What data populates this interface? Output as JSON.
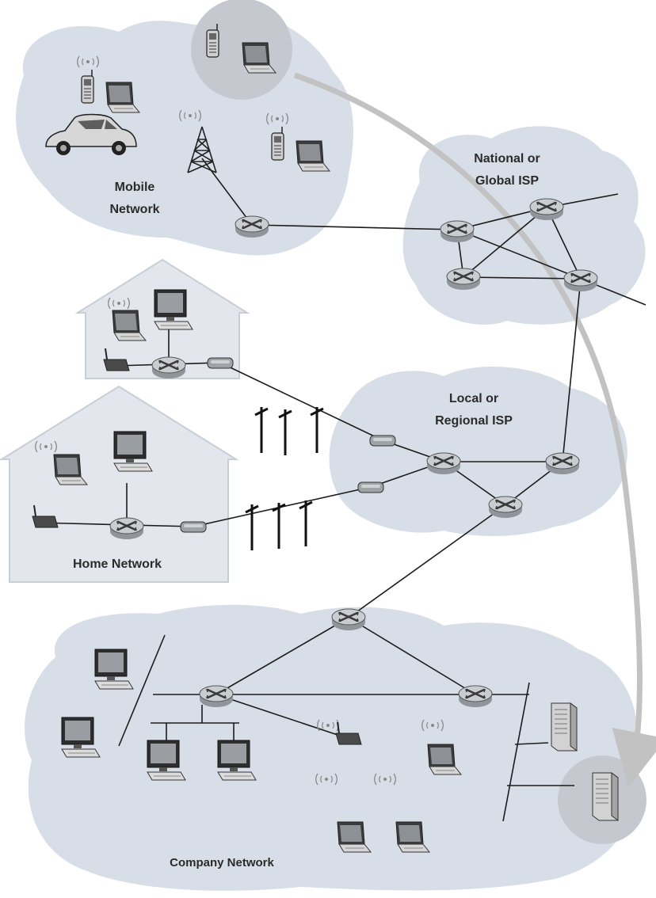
{
  "labels": {
    "mobile_network": [
      "Mobile",
      "Network"
    ],
    "national_isp": [
      "National or",
      "Global ISP"
    ],
    "local_isp": [
      "Local or",
      "Regional ISP"
    ],
    "home_network": "Home Network",
    "company_network": "Company Network"
  },
  "colors": {
    "cloud": "#d8dee8",
    "highlight": "#c7cbd1",
    "arrow": "#c9c9c9",
    "router": "#c4c8cc",
    "link": "#1c1c1c"
  },
  "icons": [
    "router-icon",
    "laptop-icon",
    "desktop-icon",
    "phone-icon",
    "car-icon",
    "cell-tower-icon",
    "modem-icon",
    "base-station-icon",
    "server-icon",
    "telephone-pole-icon",
    "wireless-signal-icon"
  ]
}
